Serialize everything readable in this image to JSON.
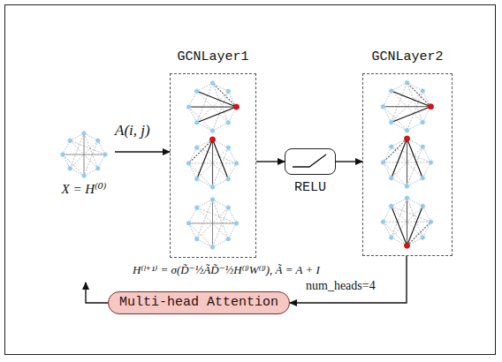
{
  "diagram": {
    "nodes": [
      {
        "text": [
          "X = H⁽⁰⁾"
        ]
      },
      {
        "text": [
          "GCNLayer1"
        ]
      },
      {
        "text": [
          "RELU"
        ]
      },
      {
        "text": [
          "GCNLayer2"
        ]
      },
      {
        "text": [
          "Multi-head Attention"
        ]
      }
    ],
    "edges": [
      {
        "from": 0,
        "to": 1,
        "arrow": "to",
        "label": "A(i, j)"
      },
      {
        "from": 1,
        "to": 2,
        "arrow": "to"
      },
      {
        "from": 2,
        "to": 3,
        "arrow": "to"
      },
      {
        "from": 3,
        "to": 4,
        "arrow": "to",
        "label": "num_heads=4"
      }
    ],
    "labels": [
      "H⁽ˡ⁺¹⁾ = σ(D̃⁻½ÃD̃⁻½H⁽ˡ⁾W⁽ˡ⁾), Ã = A + I"
    ]
  }
}
